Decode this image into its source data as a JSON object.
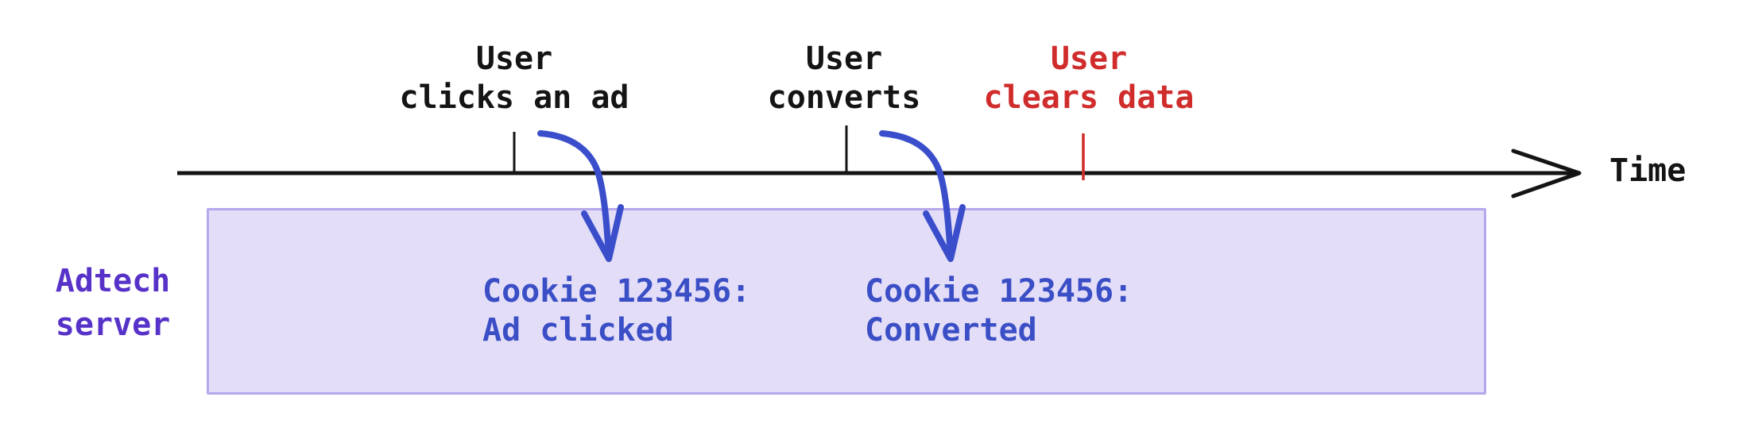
{
  "colors": {
    "event_text": "#141414",
    "cleared_event": "#d02c2c",
    "record_text": "#3a4ec5",
    "server_label": "#5732c9",
    "server_box_fill": "#e3ddf8",
    "server_box_border": "#b6a8ec",
    "arrow": "#3a4ecb",
    "timeline": "#141414"
  },
  "timeline": {
    "axis_label": "Time",
    "events": [
      {
        "id": "click",
        "label": "User\nclicks an ad"
      },
      {
        "id": "convert",
        "label": "User\nconverts"
      },
      {
        "id": "clear",
        "label": "User\nclears data"
      }
    ]
  },
  "server": {
    "label": "Adtech\nserver",
    "records": [
      {
        "label": "Cookie 123456:\nAd clicked"
      },
      {
        "label": "Cookie 123456:\nConverted"
      }
    ]
  }
}
